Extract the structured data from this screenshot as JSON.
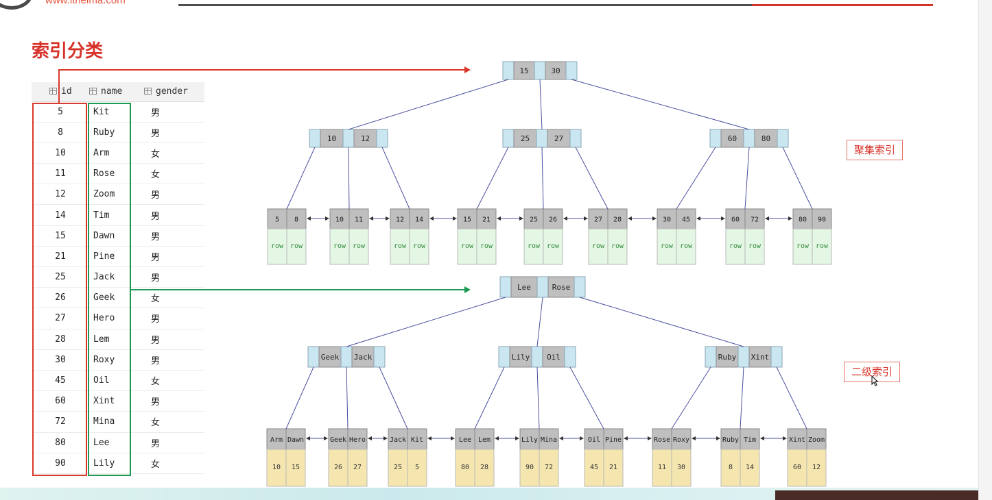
{
  "header": {
    "site_url": "www.itheima.com",
    "title": "索引分类"
  },
  "table": {
    "columns": [
      "id",
      "name",
      "gender"
    ],
    "rows": [
      {
        "id": "5",
        "name": "Kit",
        "gender": "男"
      },
      {
        "id": "8",
        "name": "Ruby",
        "gender": "男"
      },
      {
        "id": "10",
        "name": "Arm",
        "gender": "女"
      },
      {
        "id": "11",
        "name": "Rose",
        "gender": "女"
      },
      {
        "id": "12",
        "name": "Zoom",
        "gender": "男"
      },
      {
        "id": "14",
        "name": "Tim",
        "gender": "男"
      },
      {
        "id": "15",
        "name": "Dawn",
        "gender": "男"
      },
      {
        "id": "21",
        "name": "Pine",
        "gender": "男"
      },
      {
        "id": "25",
        "name": "Jack",
        "gender": "男"
      },
      {
        "id": "26",
        "name": "Geek",
        "gender": "女"
      },
      {
        "id": "27",
        "name": "Hero",
        "gender": "男"
      },
      {
        "id": "28",
        "name": "Lem",
        "gender": "男"
      },
      {
        "id": "30",
        "name": "Roxy",
        "gender": "男"
      },
      {
        "id": "45",
        "name": "Oil",
        "gender": "女"
      },
      {
        "id": "60",
        "name": "Xint",
        "gender": "男"
      },
      {
        "id": "72",
        "name": "Mina",
        "gender": "女"
      },
      {
        "id": "80",
        "name": "Lee",
        "gender": "男"
      },
      {
        "id": "90",
        "name": "Lily",
        "gender": "女"
      }
    ]
  },
  "clustered_index": {
    "label": "聚集索引",
    "root": [
      "15",
      "30"
    ],
    "level2": [
      [
        "10",
        "12"
      ],
      [
        "25",
        "27"
      ],
      [
        "60",
        "80"
      ]
    ],
    "leaves": [
      {
        "keys": [
          "5",
          "8"
        ],
        "values": [
          "row",
          "row"
        ]
      },
      {
        "keys": [
          "10",
          "11"
        ],
        "values": [
          "row",
          "row"
        ]
      },
      {
        "keys": [
          "12",
          "14"
        ],
        "values": [
          "row",
          "row"
        ]
      },
      {
        "keys": [
          "15",
          "21"
        ],
        "values": [
          "row",
          "row"
        ]
      },
      {
        "keys": [
          "25",
          "26"
        ],
        "values": [
          "row",
          "row"
        ]
      },
      {
        "keys": [
          "27",
          "28"
        ],
        "values": [
          "row",
          "row"
        ]
      },
      {
        "keys": [
          "30",
          "45"
        ],
        "values": [
          "row",
          "row"
        ]
      },
      {
        "keys": [
          "60",
          "72"
        ],
        "values": [
          "row",
          "row"
        ]
      },
      {
        "keys": [
          "80",
          "90"
        ],
        "values": [
          "row",
          "row"
        ]
      }
    ]
  },
  "secondary_index": {
    "label": "二级索引",
    "root": [
      "Lee",
      "Rose"
    ],
    "level2": [
      [
        "Geek",
        "Jack"
      ],
      [
        "Lily",
        "Oil"
      ],
      [
        "Ruby",
        "Xint"
      ]
    ],
    "leaves": [
      {
        "keys": [
          "Arm",
          "Dawn"
        ],
        "values": [
          "10",
          "15"
        ]
      },
      {
        "keys": [
          "Geek",
          "Hero"
        ],
        "values": [
          "26",
          "27"
        ]
      },
      {
        "keys": [
          "Jack",
          "Kit"
        ],
        "values": [
          "25",
          "5"
        ]
      },
      {
        "keys": [
          "Lee",
          "Lem"
        ],
        "values": [
          "80",
          "28"
        ]
      },
      {
        "keys": [
          "Lily",
          "Mina"
        ],
        "values": [
          "90",
          "72"
        ]
      },
      {
        "keys": [
          "Oil",
          "Pine"
        ],
        "values": [
          "45",
          "21"
        ]
      },
      {
        "keys": [
          "Rose",
          "Roxy"
        ],
        "values": [
          "11",
          "30"
        ]
      },
      {
        "keys": [
          "Ruby",
          "Tim"
        ],
        "values": [
          "8",
          "14"
        ]
      },
      {
        "keys": [
          "Xint",
          "Zoom"
        ],
        "values": [
          "60",
          "12"
        ]
      }
    ]
  },
  "colors": {
    "accent_red": "#d9382c",
    "accent_green": "#1d9a52",
    "node_key": "#bfbfbf",
    "node_pointer": "#c9e6f1",
    "clustered_leaf_value": "#e4f6e4",
    "secondary_leaf_value": "#f5e6b0",
    "tree_line": "#4b4fa0"
  }
}
